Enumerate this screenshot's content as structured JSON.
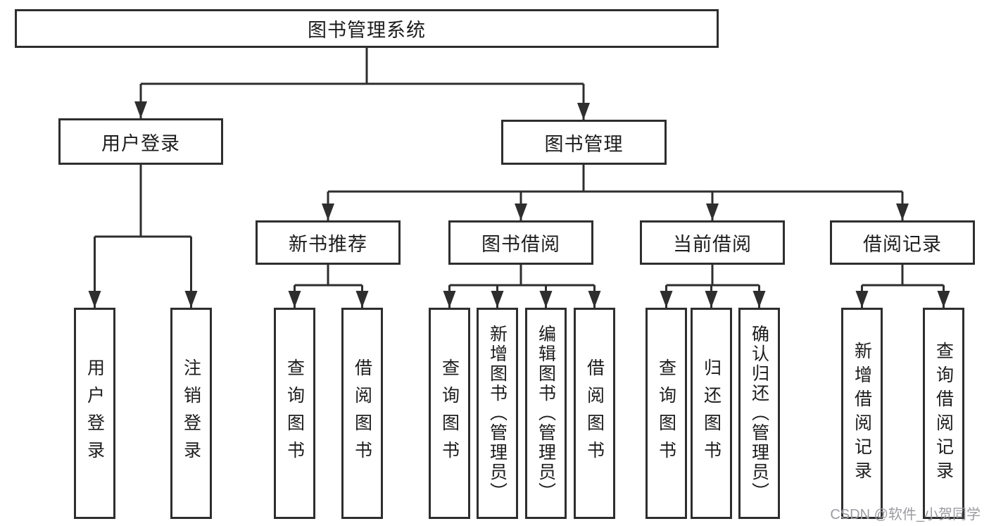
{
  "diagram": {
    "watermark": "CSDN @软件_小贺同学",
    "colors": {
      "line": "#2e2e2e",
      "box_border": "#2e2e2e",
      "text": "#1c1c1c",
      "watermark": "#9b9ba1",
      "background": "#ffffff"
    },
    "nodes": {
      "root": {
        "label": "图书管理系统"
      },
      "level2": [
        {
          "label": "用户登录"
        },
        {
          "label": "图书管理"
        }
      ],
      "level3": [
        {
          "label": "新书推荐"
        },
        {
          "label": "图书借阅"
        },
        {
          "label": "当前借阅"
        },
        {
          "label": "借阅记录"
        }
      ],
      "leaves": [
        {
          "label": "用户登录",
          "parent": "用户登录"
        },
        {
          "label": "注销登录",
          "parent": "用户登录"
        },
        {
          "label": "查询图书",
          "parent": "新书推荐"
        },
        {
          "label": "借阅图书",
          "parent": "新书推荐"
        },
        {
          "label": "查询图书",
          "parent": "图书借阅"
        },
        {
          "label": "新增图书（管理员）",
          "parent": "图书借阅"
        },
        {
          "label": "编辑图书（管理员）",
          "parent": "图书借阅"
        },
        {
          "label": "借阅图书",
          "parent": "图书借阅"
        },
        {
          "label": "查询图书",
          "parent": "当前借阅"
        },
        {
          "label": "归还图书",
          "parent": "当前借阅"
        },
        {
          "label": "确认归还（管理员）",
          "parent": "当前借阅"
        },
        {
          "label": "新增借阅记录",
          "parent": "借阅记录"
        },
        {
          "label": "查询借阅记录",
          "parent": "借阅记录"
        }
      ]
    },
    "edges": [
      {
        "from": "图书管理系统",
        "to": [
          "用户登录",
          "图书管理"
        ]
      },
      {
        "from": "用户登录",
        "to": [
          "用户登录",
          "注销登录"
        ]
      },
      {
        "from": "图书管理",
        "to": [
          "新书推荐",
          "图书借阅",
          "当前借阅",
          "借阅记录"
        ]
      },
      {
        "from": "新书推荐",
        "to": [
          "查询图书",
          "借阅图书"
        ]
      },
      {
        "from": "图书借阅",
        "to": [
          "查询图书",
          "新增图书（管理员）",
          "编辑图书（管理员）",
          "借阅图书"
        ]
      },
      {
        "from": "当前借阅",
        "to": [
          "查询图书",
          "归还图书",
          "确认归还（管理员）"
        ]
      },
      {
        "from": "借阅记录",
        "to": [
          "新增借阅记录",
          "查询借阅记录"
        ]
      }
    ]
  }
}
